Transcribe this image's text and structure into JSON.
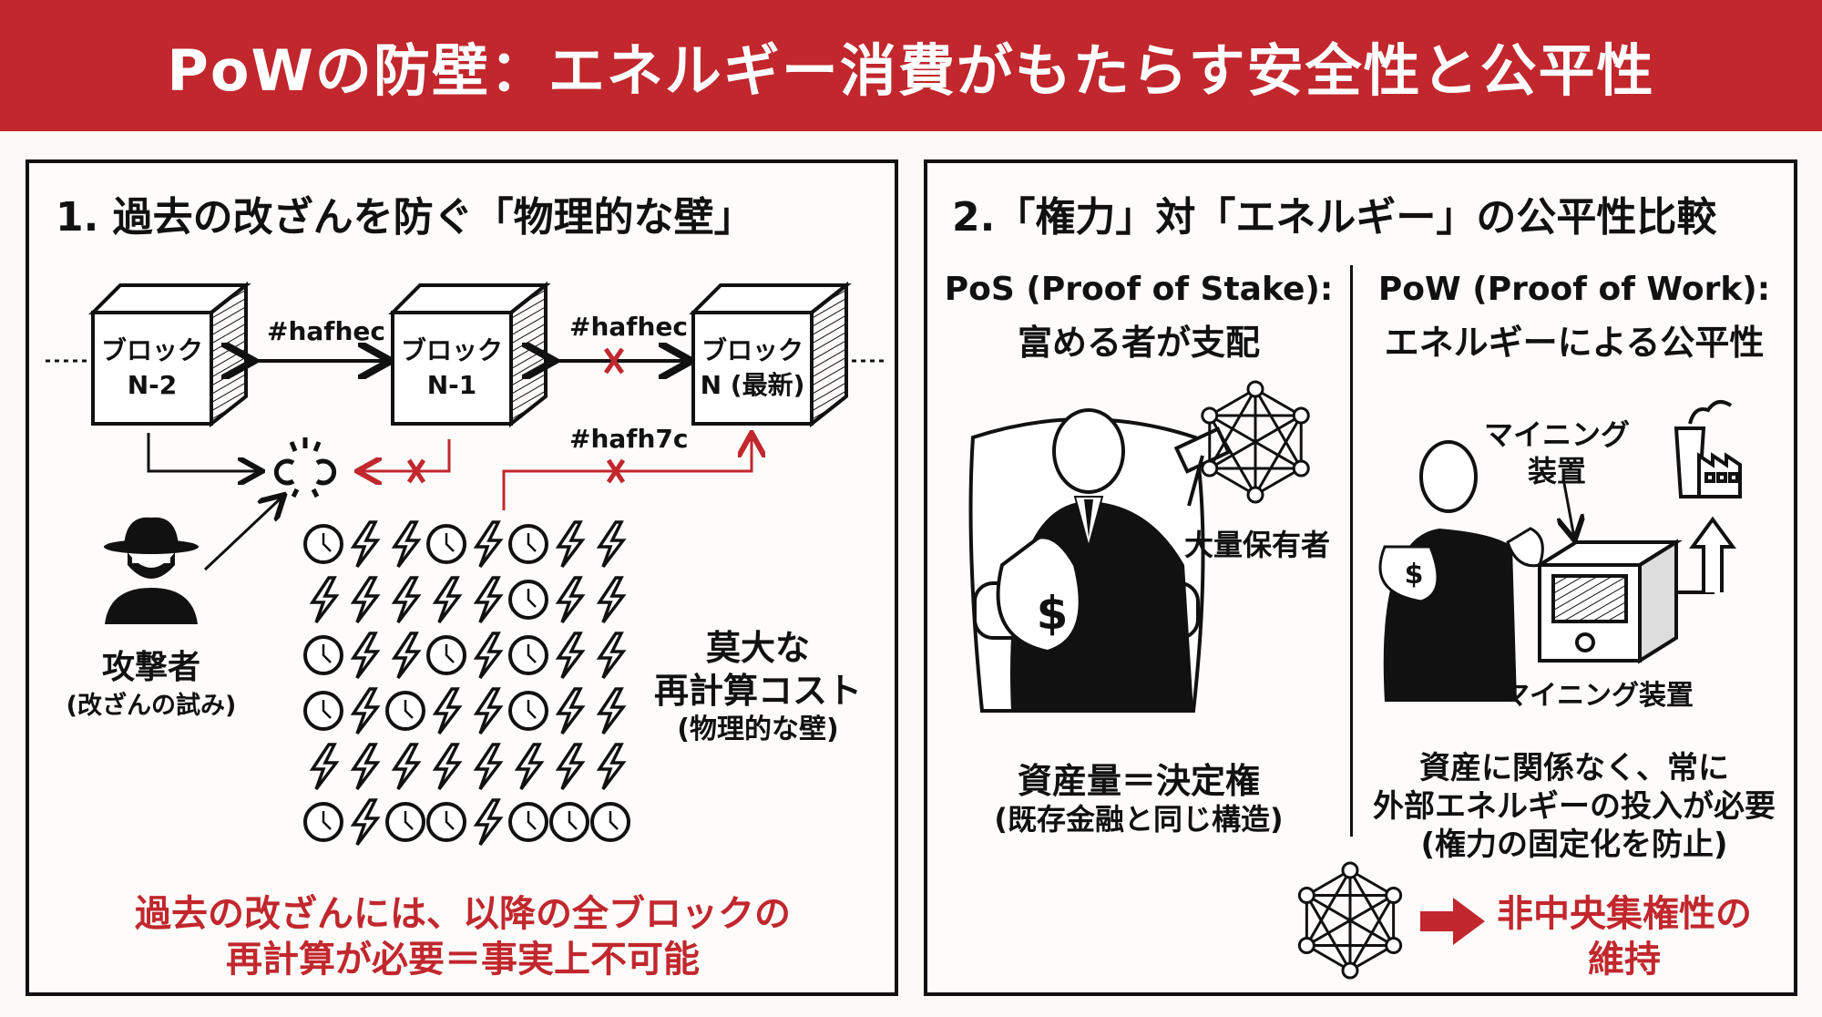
{
  "header": {
    "title": "PoWの防壁：エネルギー消費がもたらす安全性と公平性"
  },
  "left": {
    "title": "1. 過去の改ざんを防ぐ「物理的な壁」",
    "blocks": [
      {
        "line1": "ブロック",
        "line2": "N-2"
      },
      {
        "line1": "ブロック",
        "line2": "N-1"
      },
      {
        "line1": "ブロック",
        "line2": "N (最新)"
      }
    ],
    "hash_links": [
      "#hafhec",
      "#hafhec"
    ],
    "tampered_hash": "#hafh7c",
    "attacker": {
      "label": "攻撃者",
      "sub": "(改ざんの試み)"
    },
    "cost": {
      "line1": "莫大な",
      "line2": "再計算コスト",
      "line3": "(物理的な壁)"
    },
    "conclusion": {
      "line1": "過去の改ざんには、以降の全ブロックの",
      "line2": "再計算が必要＝事実上不可能"
    }
  },
  "right": {
    "title": "2.「権力」対「エネルギー」の公平性比較",
    "pos": {
      "heading1": "PoS (Proof of Stake):",
      "heading2": "富める者が支配",
      "holder_label": "大量保有者",
      "caption1": "資産量＝決定権",
      "caption2": "(既存金融と同じ構造)"
    },
    "pow": {
      "heading1": "PoW (Proof of Work):",
      "heading2": "エネルギーによる公平性",
      "device_label1": "マイニング",
      "device_label2": "装置",
      "device_label_bottom": "マイニング装置",
      "caption1": "資産に関係なく、常に",
      "caption2": "外部エネルギーの投入が必要",
      "caption3": "(権力の固定化を防止)"
    },
    "result": {
      "line1": "非中央集権性の",
      "line2": "維持"
    }
  },
  "colors": {
    "accent": "#c1272d",
    "ink": "#111111"
  }
}
